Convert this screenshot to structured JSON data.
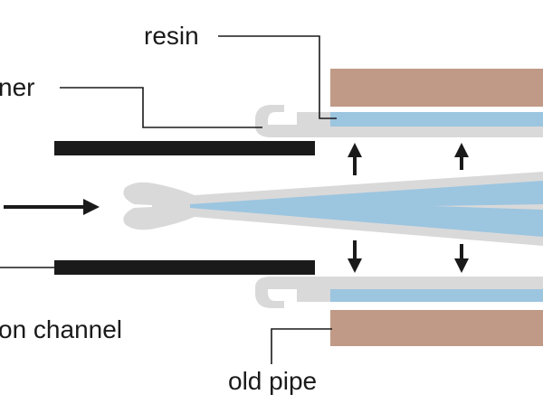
{
  "labels": {
    "resin": "resin",
    "liner": "ner",
    "channel": "on channel",
    "old_pipe": "old pipe"
  },
  "colors": {
    "background": "#ffffff",
    "old_pipe_fill": "#c09a86",
    "resin_fill": "#9cc5e0",
    "liner_fill": "#d9d9d9",
    "dark_bars": "#1a1a1a",
    "arrows": "#1a1a1a",
    "leader_lines": "#1a1a1a",
    "label_text": "#1a1a1a"
  },
  "arrows": {
    "inflow": "arrow-right",
    "expansion_up": "arrow-up",
    "expansion_down": "arrow-down"
  }
}
